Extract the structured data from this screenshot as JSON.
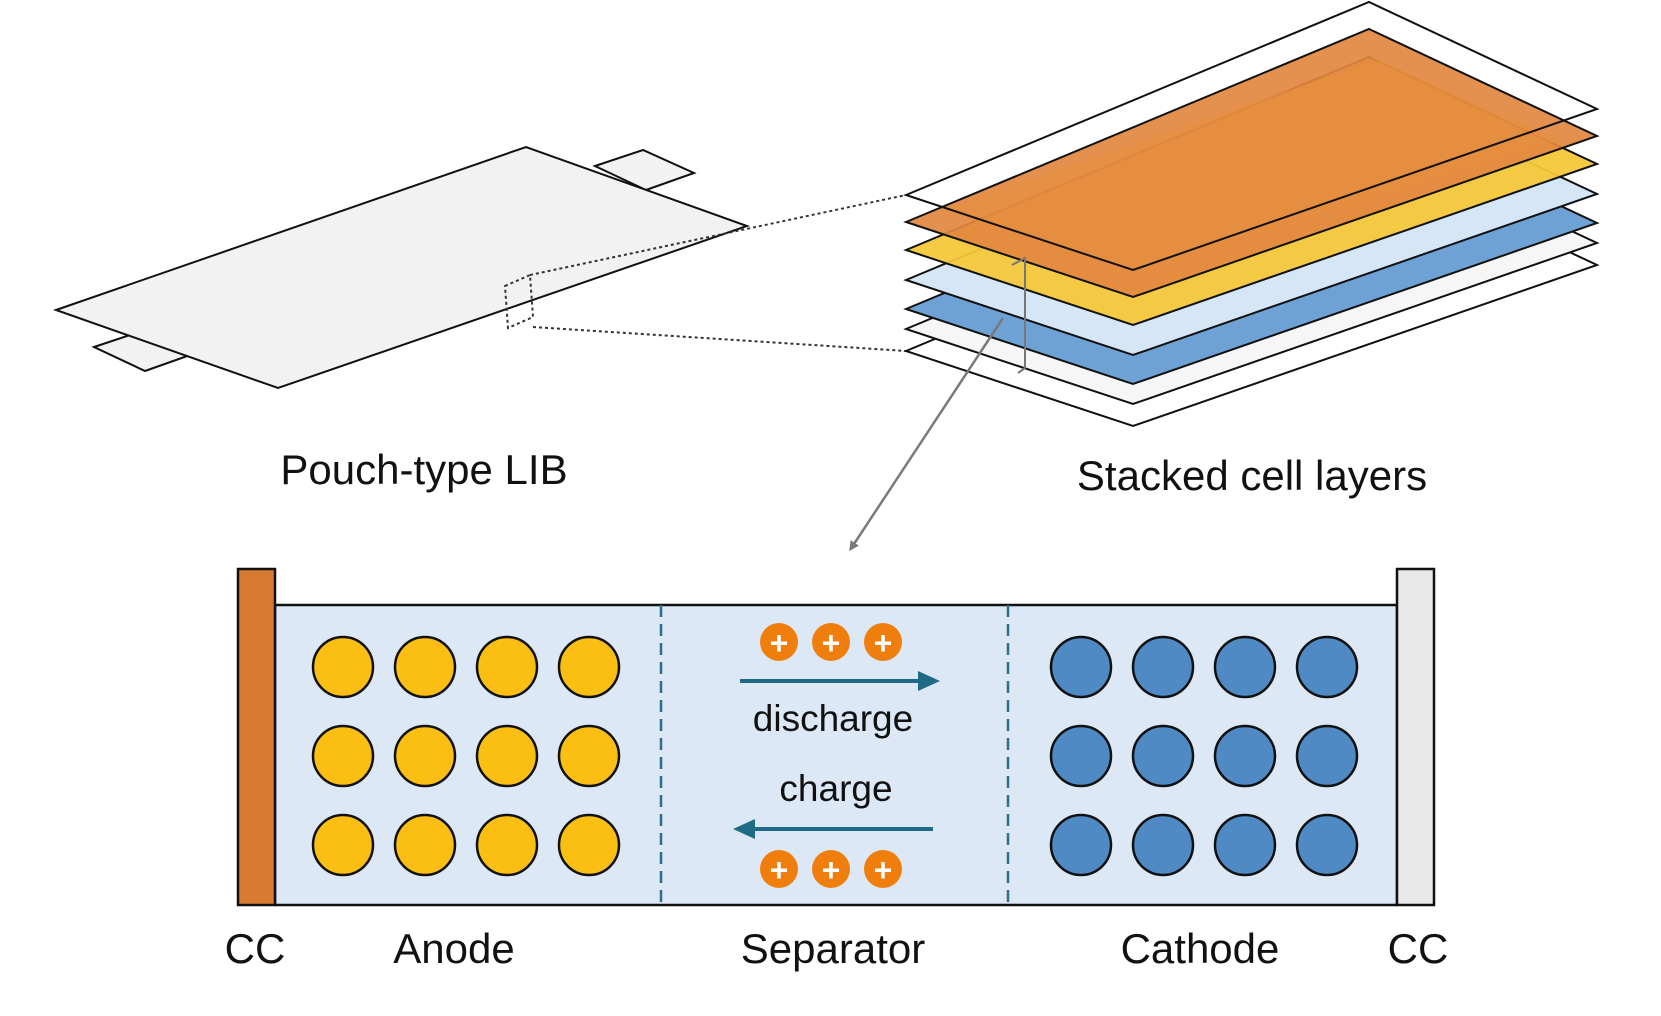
{
  "labels": {
    "pouch": "Pouch-type LIB",
    "stack": "Stacked cell layers",
    "discharge": "discharge",
    "charge": "charge",
    "cc_left": "CC",
    "anode": "Anode",
    "separator": "Separator",
    "cathode": "Cathode",
    "cc_right": "CC",
    "ion": "+"
  },
  "colors": {
    "current_collector_anode": "#D87A32",
    "current_collector_cathode": "#E8E8E8",
    "electrolyte": "#DCE8F6",
    "anode_particle": "#FBBF14",
    "cathode_particle": "#4F8AC4",
    "ion": "#F07E0D",
    "arrow": "#1F6B86",
    "separator_line": "#2D6E8A",
    "layer_orange": "#E2873F",
    "layer_yellow": "#F5C83A",
    "layer_lightblue": "#D5E6F7",
    "layer_blue": "#6EA2D4",
    "layer_white": "#F6F6F6"
  },
  "structure": {
    "particle_rows": 3,
    "particle_cols": 4,
    "ions_per_group": 3,
    "stack_layers": [
      "white",
      "white",
      "orange",
      "yellow",
      "white",
      "lightblue",
      "blue",
      "white",
      "white"
    ]
  }
}
